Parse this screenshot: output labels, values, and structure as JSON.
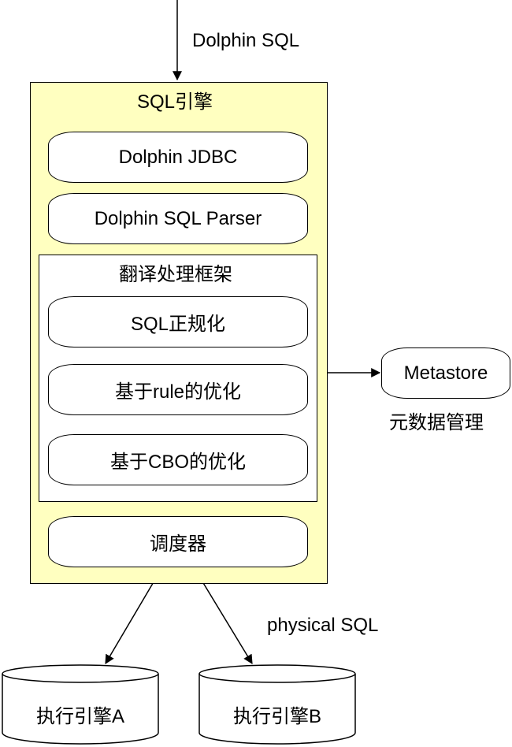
{
  "input_label": "Dolphin SQL",
  "sql_engine": {
    "title": "SQL引擎",
    "jdbc": "Dolphin JDBC",
    "parser": "Dolphin SQL Parser",
    "framework": {
      "title": "翻译处理框架",
      "steps": [
        "SQL正规化",
        "基于rule的优化",
        "基于CBO的优化"
      ]
    },
    "scheduler": "调度器"
  },
  "metastore": {
    "label": "Metastore",
    "caption": "元数据管理"
  },
  "output_label": "physical SQL",
  "executors": [
    "执行引擎A",
    "执行引擎B"
  ]
}
